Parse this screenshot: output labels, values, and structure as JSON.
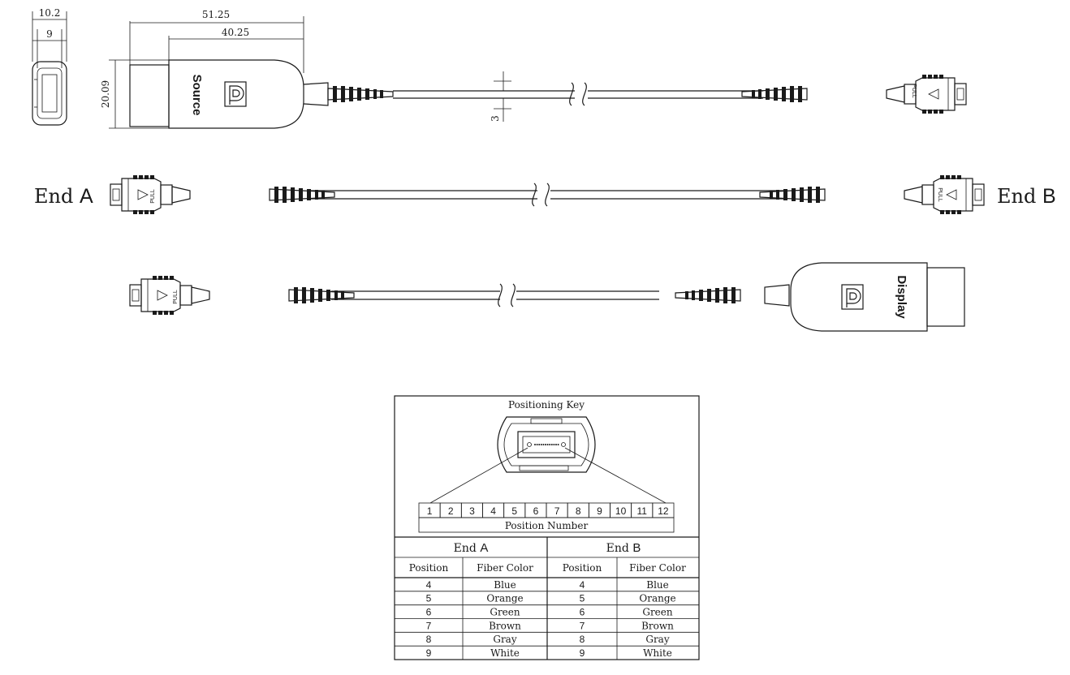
{
  "dimensions": {
    "width_outer": "10.2",
    "width_inner": "9",
    "length_total": "51.25",
    "length_body": "40.25",
    "height": "20.09",
    "cable_diameter": "3"
  },
  "connector_labels": {
    "source": "Source",
    "display": "Display",
    "pull": "PULL"
  },
  "end_a": {
    "prefix": "End ",
    "letter": "A"
  },
  "end_b": {
    "prefix": "End ",
    "letter": "B"
  },
  "positioning": {
    "key_title": "Positioning Key",
    "positions": [
      "1",
      "2",
      "3",
      "4",
      "5",
      "6",
      "7",
      "8",
      "9",
      "10",
      "11",
      "12"
    ],
    "position_caption": "Position Number"
  },
  "fiber_table": {
    "end_a_prefix": "End ",
    "end_a_letter": "A",
    "end_b_prefix": "End ",
    "end_b_letter": "B",
    "col_position": "Position",
    "col_fiber_color": "Fiber Color",
    "rows": [
      {
        "a_pos": "4",
        "a_color": "Blue",
        "b_pos": "4",
        "b_color": "Blue"
      },
      {
        "a_pos": "5",
        "a_color": "Orange",
        "b_pos": "5",
        "b_color": "Orange"
      },
      {
        "a_pos": "6",
        "a_color": "Green",
        "b_pos": "6",
        "b_color": "Green"
      },
      {
        "a_pos": "7",
        "a_color": "Brown",
        "b_pos": "7",
        "b_color": "Brown"
      },
      {
        "a_pos": "8",
        "a_color": "Gray",
        "b_pos": "8",
        "b_color": "Gray"
      },
      {
        "a_pos": "9",
        "a_color": "White",
        "b_pos": "9",
        "b_color": "White"
      }
    ]
  }
}
